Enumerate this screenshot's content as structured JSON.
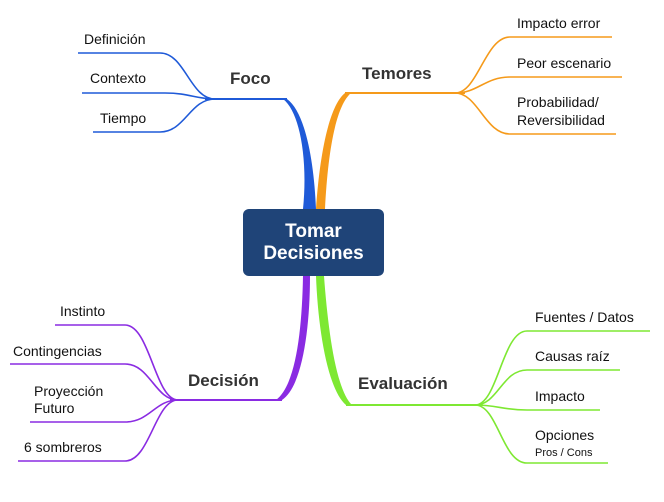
{
  "center": {
    "line1": "Tomar",
    "line2": "Decisiones"
  },
  "colors": {
    "foco": "#1f5ad8",
    "temores": "#f59a1a",
    "decision": "#8a2be2",
    "evaluacion": "#7ee832",
    "center_bg": "#1f4478"
  },
  "branches": {
    "foco": {
      "label": "Foco",
      "items": [
        "Definición",
        "Contexto",
        "Tiempo"
      ]
    },
    "temores": {
      "label": "Temores",
      "items": [
        "Impacto error",
        "Peor escenario",
        "Probabilidad/",
        "Reversibilidad"
      ]
    },
    "decision": {
      "label": "Decisión",
      "items": [
        "Instinto",
        "Contingencias",
        "Proyección",
        "Futuro",
        "6 sombreros"
      ]
    },
    "evaluacion": {
      "label": "Evaluación",
      "items": [
        "Fuentes / Datos",
        "Causas raíz",
        "Impacto",
        "Opciones",
        "Pros / Cons"
      ]
    }
  }
}
